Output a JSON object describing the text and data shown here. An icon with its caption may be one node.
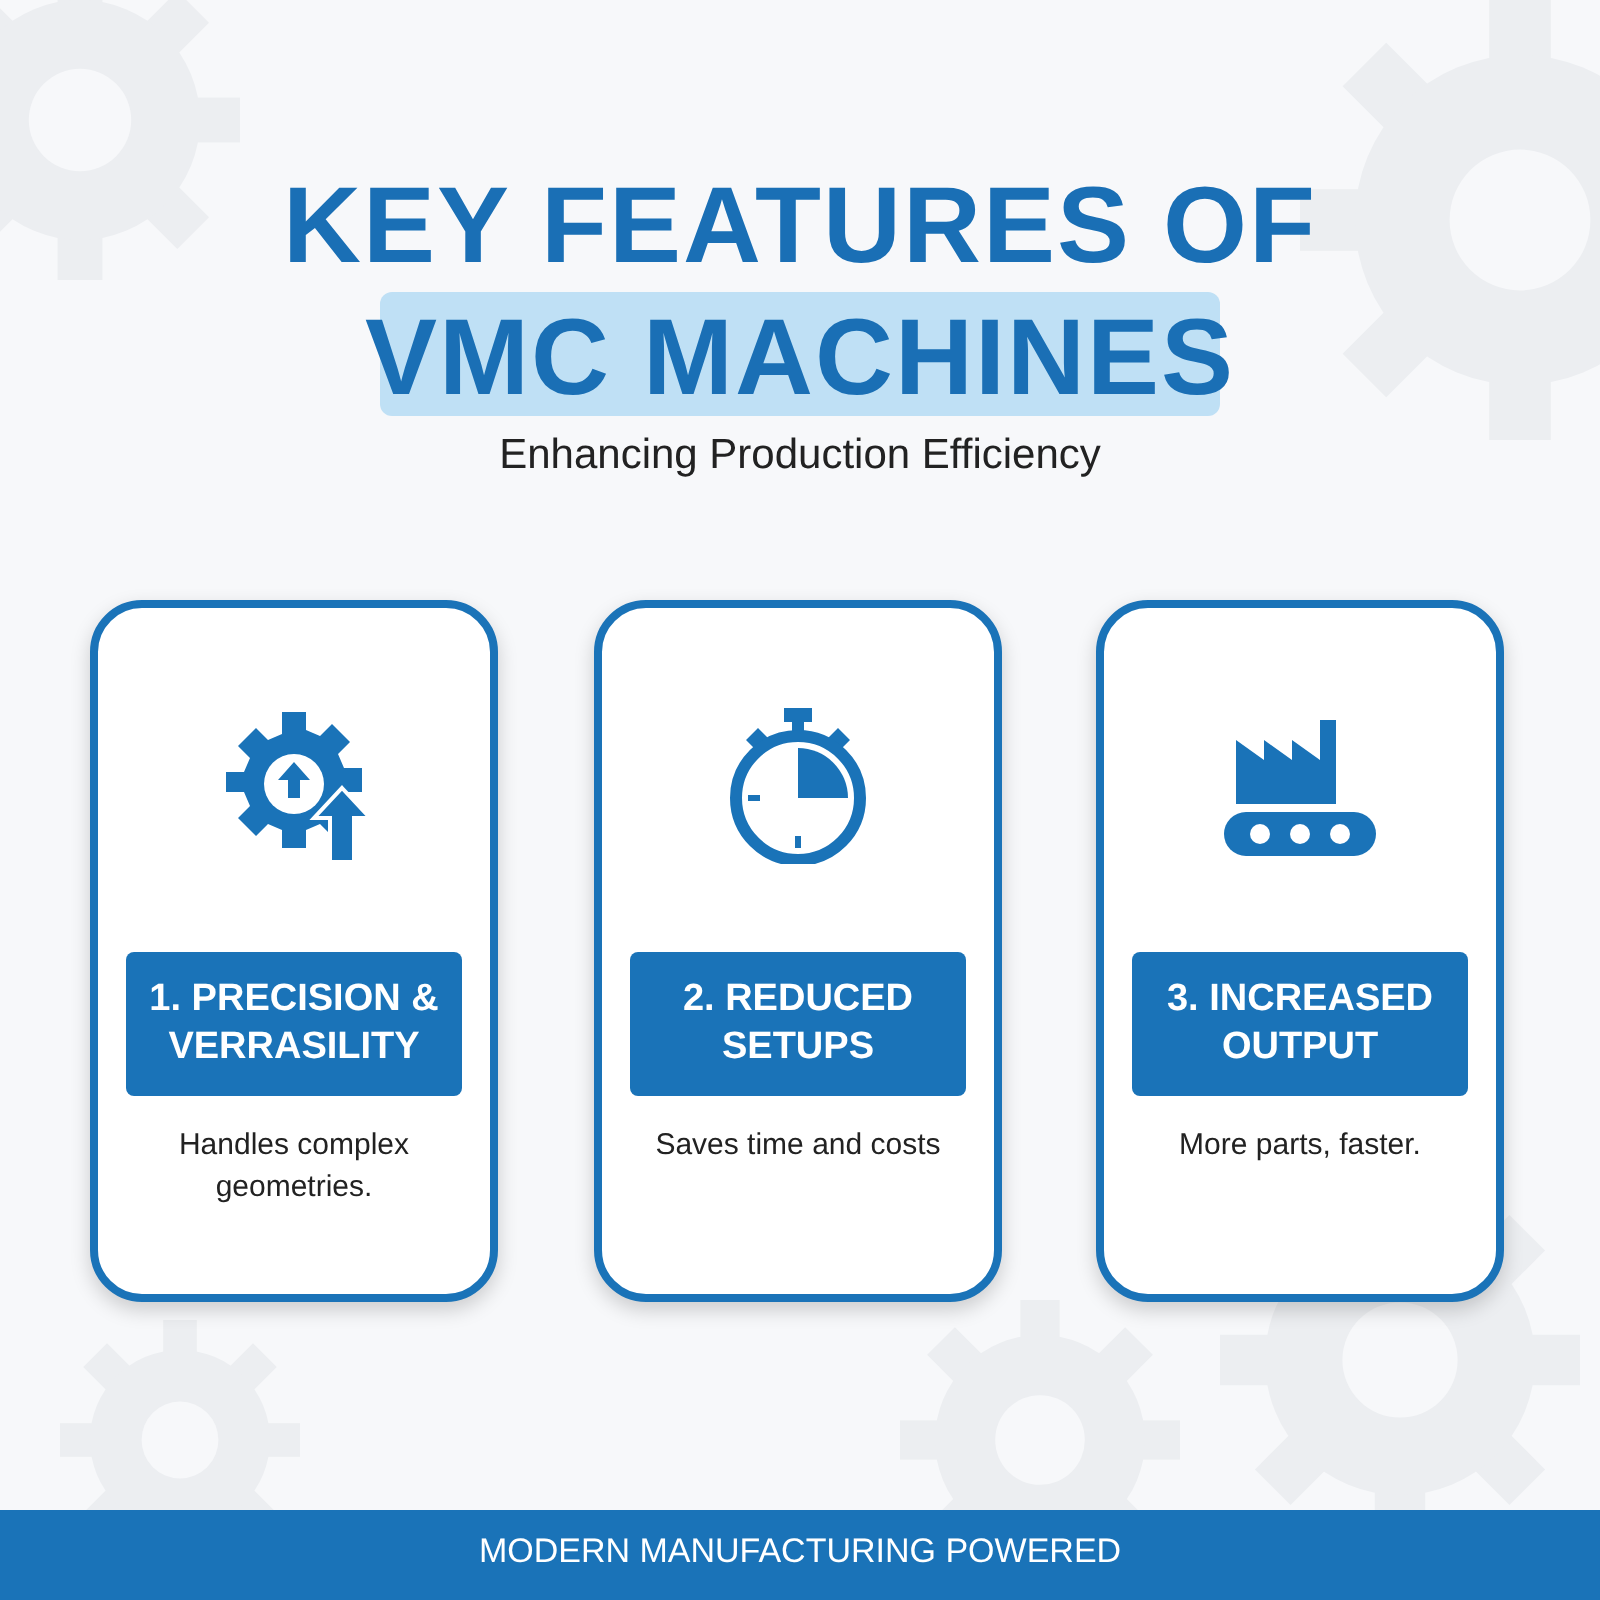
{
  "diagram": {
    "title": "KEY FEATURES OF VMC MACHINES",
    "nodes": [
      {
        "text": [
          "Handles complex geometries."
        ]
      },
      {
        "text": [
          "1. PRECISION & VERRASILITY"
        ],
        "in": 0
      },
      {
        "text": [
          "Saves time and costs"
        ]
      },
      {
        "text": [
          "2. REDUCED SETUPS"
        ],
        "in": 2
      },
      {
        "text": [
          "More parts, faster."
        ]
      },
      {
        "text": [
          "3. INCREASED OUTPUT"
        ],
        "in": 4
      }
    ],
    "labels": [
      "Enhancing Production Efficiency",
      "MODERN MANUFACTURING POWERED"
    ]
  }
}
